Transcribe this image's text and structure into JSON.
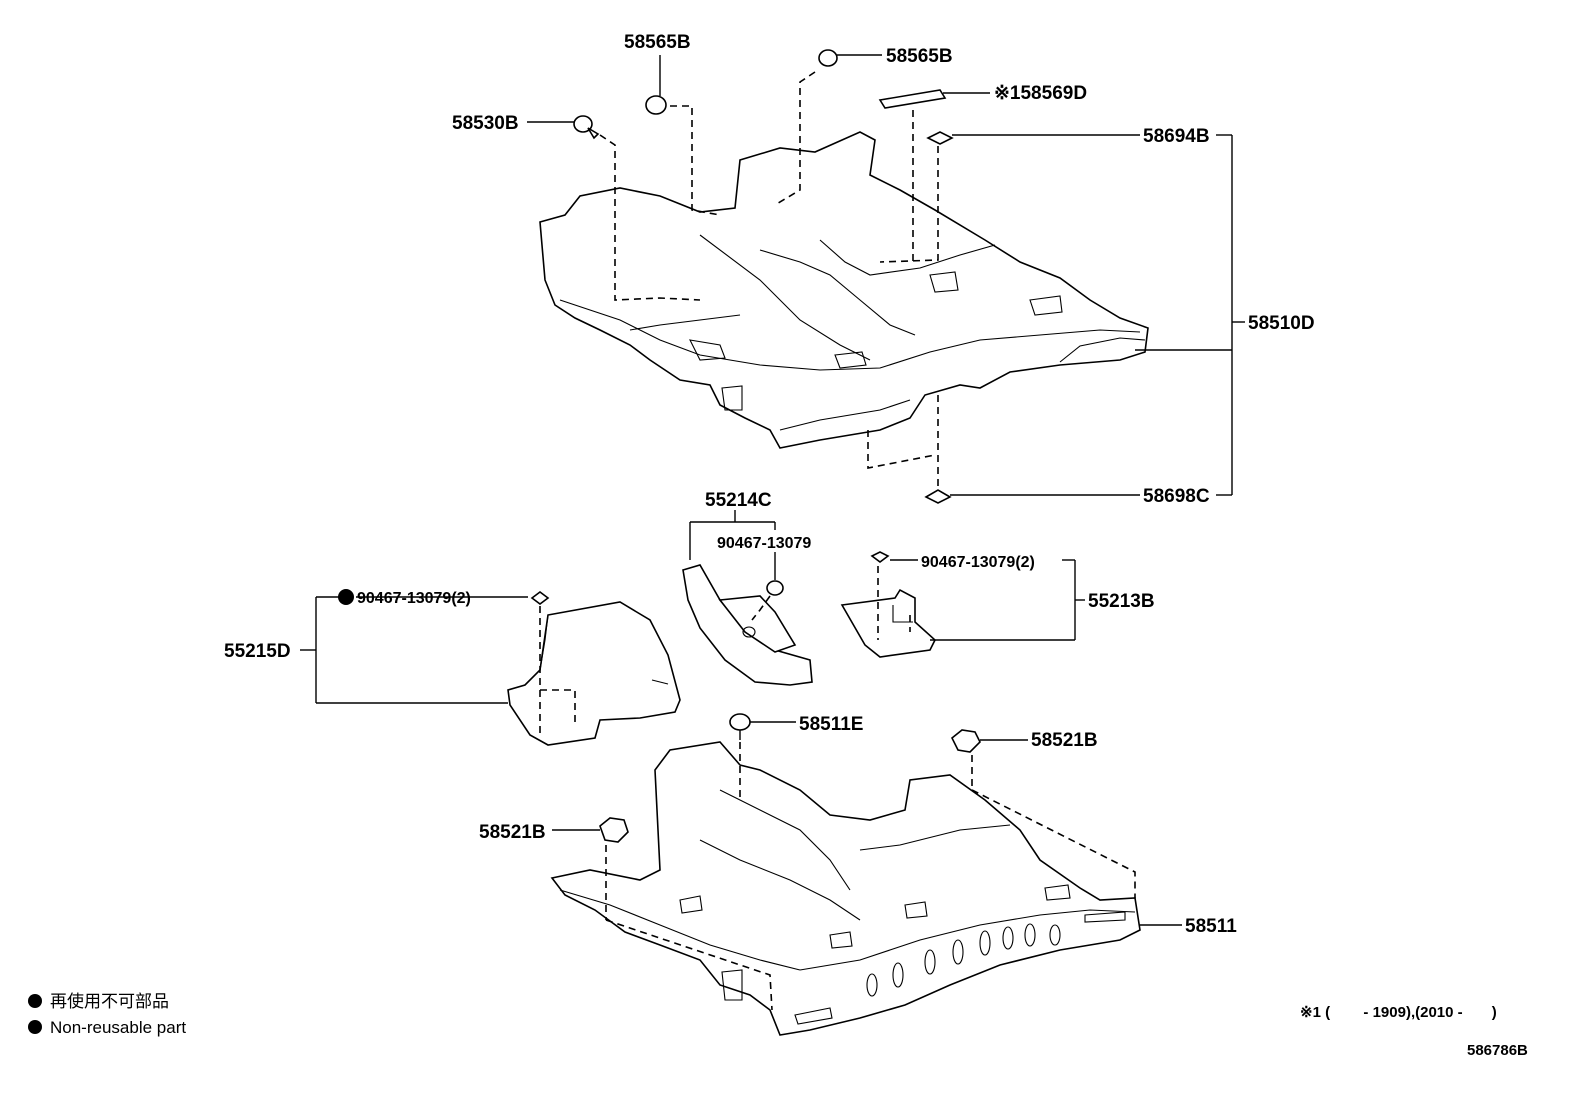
{
  "labels": {
    "p58565B_top": "58565B",
    "p58565B_right": "58565B",
    "p58569D": "※158569D",
    "p58530B": "58530B",
    "p58694B": "58694B",
    "p58510D": "58510D",
    "p58698C": "58698C",
    "p55214C": "55214C",
    "p90467_mid": "90467-13079",
    "p90467_right": "90467-13079(2)",
    "p90467_left": "90467-13079(2)",
    "p55213B": "55213B",
    "p55215D": "55215D",
    "p58511E": "58511E",
    "p58521B_right": "58521B",
    "p58521B_left": "58521B",
    "p58511": "58511"
  },
  "legend": {
    "jp": "再使用不可部品",
    "en": "Non-reusable part"
  },
  "footnote": "※1 (        - 1909),(2010 -       )",
  "diagram_code": "586786B"
}
